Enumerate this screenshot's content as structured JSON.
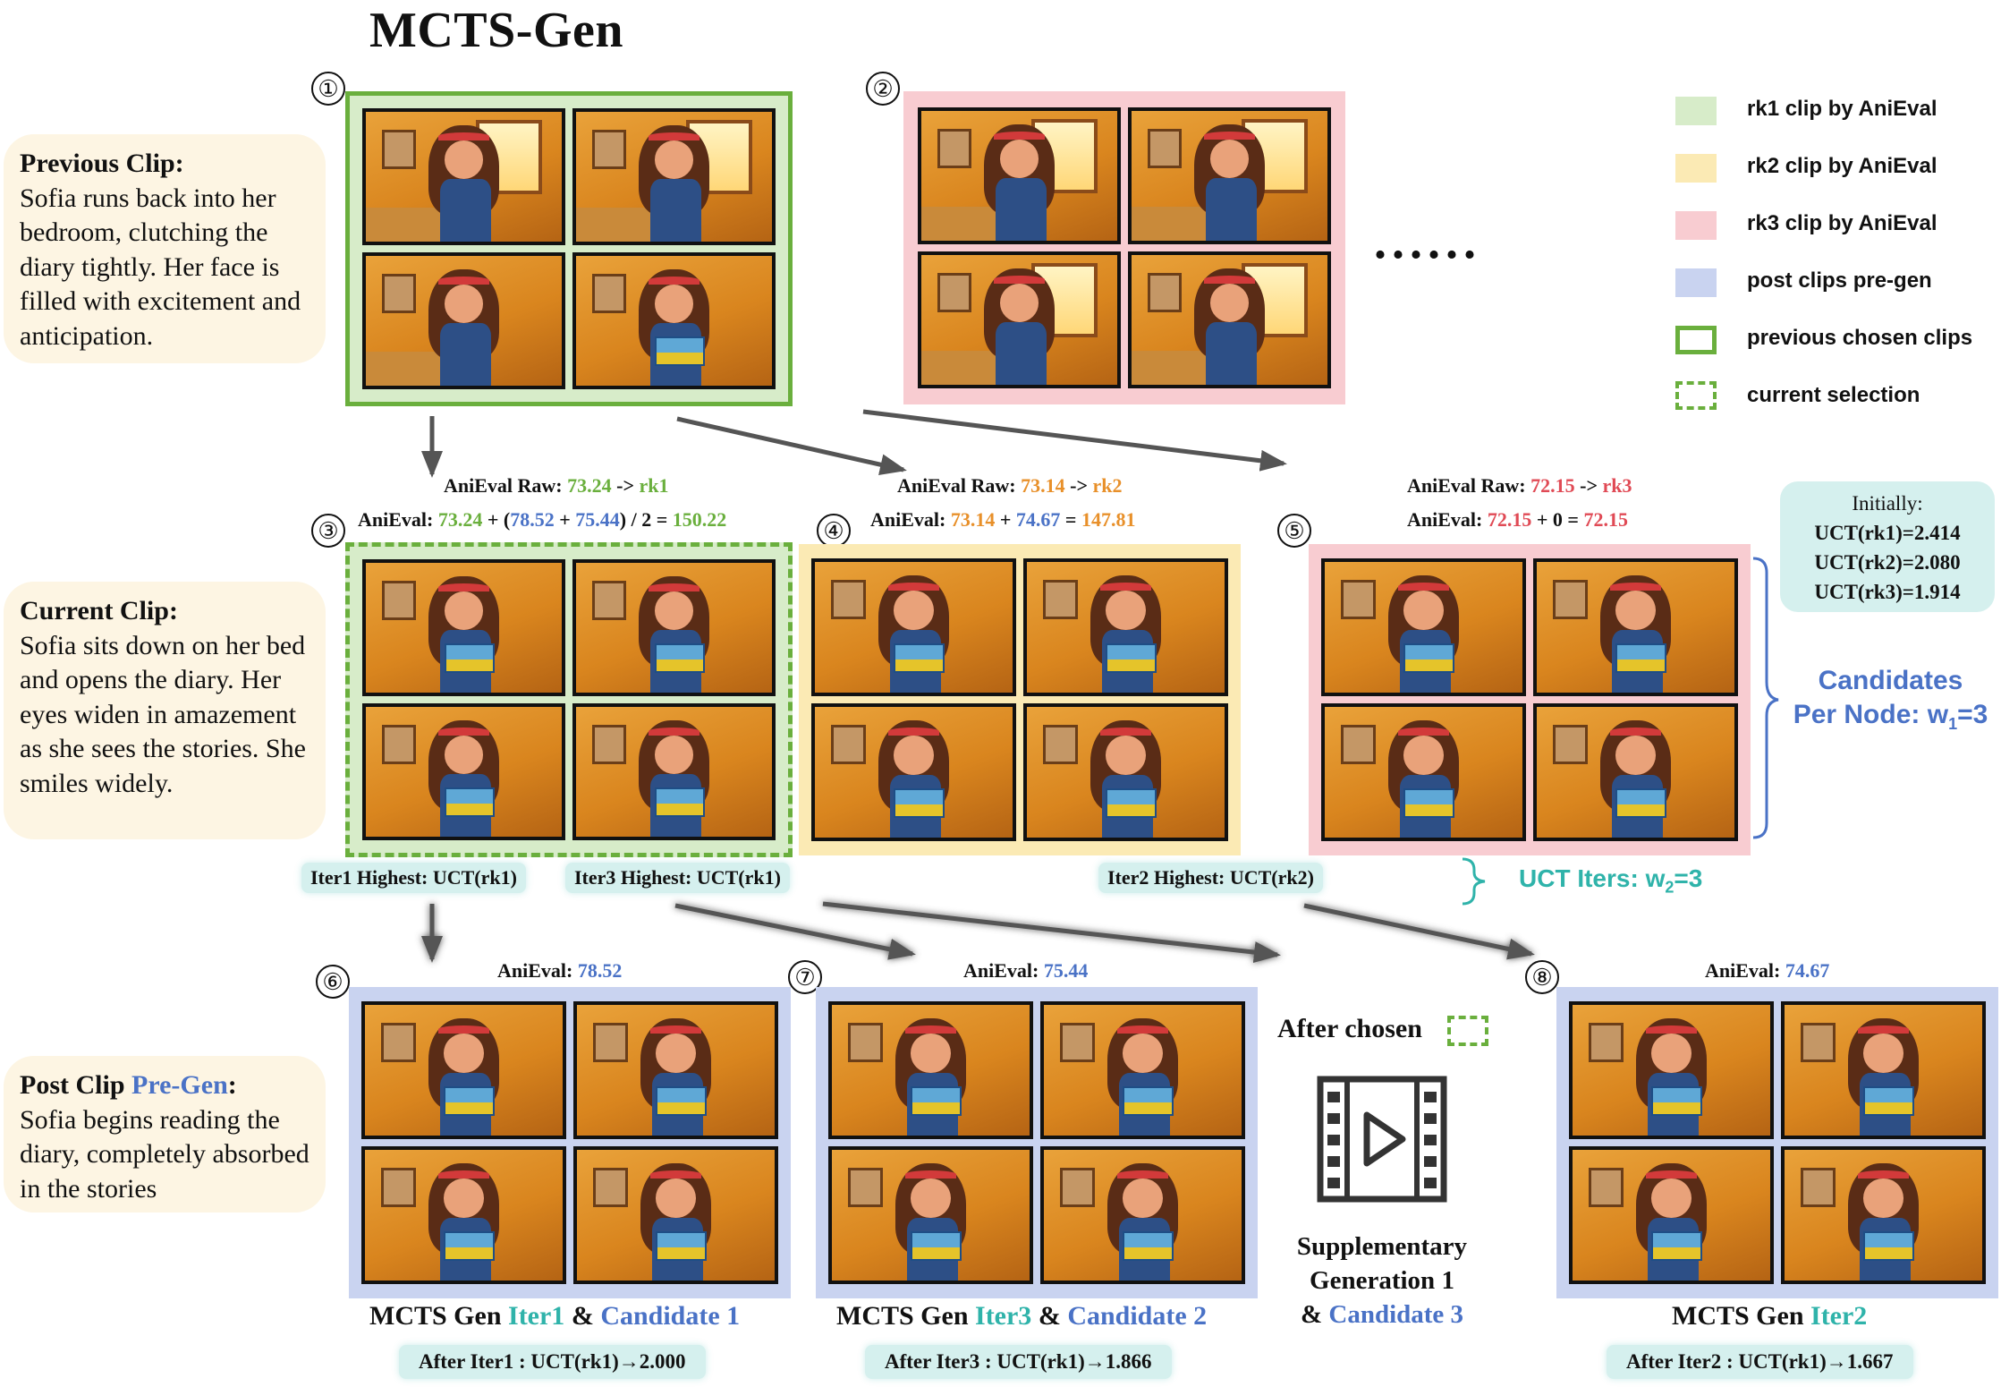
{
  "title": "MCTS-Gen",
  "notes": {
    "previous": {
      "heading": "Previous Clip",
      "colon": ":",
      "text": "Sofia runs back into her bedroom, clutching the diary tightly. Her face is filled with excitement and anticipation."
    },
    "current": {
      "heading": "Current Clip:",
      "text": "Sofia sits down on her bed and opens the diary. Her eyes widen in amazement as she sees the stories. She smiles widely."
    },
    "post": {
      "heading_a": "Post Clip ",
      "heading_b": "Pre-Gen",
      "heading_c": ":",
      "text": "Sofia begins reading the diary, completely absorbed in the stories"
    }
  },
  "node_numbers": [
    "①",
    "②",
    "③",
    "④",
    "⑤",
    "⑥",
    "⑦",
    "⑧"
  ],
  "ellipsis": "......",
  "legend": [
    {
      "label": "rk1 clip by AniEval",
      "color": "#d7ecc9"
    },
    {
      "label": "rk2 clip by AniEval",
      "color": "#fbeab4"
    },
    {
      "label": "rk3 clip by AniEval",
      "color": "#f8ccd1"
    },
    {
      "label": "post clips pre-gen",
      "color": "#c9d3f0"
    },
    {
      "label": "previous chosen clips",
      "color": "#6aaf3d"
    },
    {
      "label": "current selection",
      "color": "#6aaf3d"
    }
  ],
  "scores": {
    "rk1": {
      "raw_label": "AniEval Raw: ",
      "raw": "73.24",
      "arrow": " -> ",
      "rank": "rk1",
      "eval_label": "AniEval: ",
      "a": "73.24",
      "plus": " + (",
      "b": "78.52",
      "plus2": " + ",
      "c": "75.44",
      "div": ") / 2 = ",
      "total": "150.22"
    },
    "rk2": {
      "raw_label": "AniEval Raw: ",
      "raw": "73.14",
      "arrow": " -> ",
      "rank": "rk2",
      "eval_label": "AniEval: ",
      "a": "73.14",
      "plus": " + ",
      "b": "74.67",
      "eq": " = ",
      "total": "147.81"
    },
    "rk3": {
      "raw_label": "AniEval Raw: ",
      "raw": "72.15",
      "arrow": " -> ",
      "rank": "rk3",
      "eval_label": "AniEval: ",
      "a": "72.15",
      "plus": " + 0 = ",
      "total": "72.15"
    }
  },
  "initially": {
    "label": "Initially:",
    "lines": [
      "UCT(rk1)=2.414",
      "UCT(rk2)=2.080",
      "UCT(rk3)=1.914"
    ]
  },
  "candidates_per_node": {
    "line1": "Candidates",
    "line2": "Per Node: w",
    "sub": "1",
    "suffix": "=3"
  },
  "uct_iters": {
    "text": "UCT Iters: w",
    "sub": "2",
    "suffix": "=3"
  },
  "iter_labels": [
    "Iter1 Highest: UCT(rk1)",
    "Iter3 Highest: UCT(rk1)",
    "Iter2 Highest: UCT(rk2)"
  ],
  "post_scores": {
    "label": "AniEval: ",
    "values": [
      "78.52",
      "75.44",
      "74.67"
    ]
  },
  "captions": {
    "c6": {
      "a": "MCTS Gen ",
      "iter": "Iter1",
      "amp": " & ",
      "cand": "Candidate 1"
    },
    "c7": {
      "a": "MCTS Gen ",
      "iter": "Iter3",
      "amp": " & ",
      "cand": "Candidate 2"
    },
    "c8": {
      "a": "MCTS Gen ",
      "iter": "Iter2"
    }
  },
  "after": [
    "After Iter1 : UCT(rk1)→2.000",
    "After Iter3 : UCT(rk1)→1.866",
    "After Iter2 : UCT(rk1)→1.667"
  ],
  "after_chosen": "After chosen",
  "supplementary": {
    "line1": "Supplementary",
    "line2": "Generation 1",
    "line3a": "& ",
    "line3b": "Candidate 3"
  }
}
